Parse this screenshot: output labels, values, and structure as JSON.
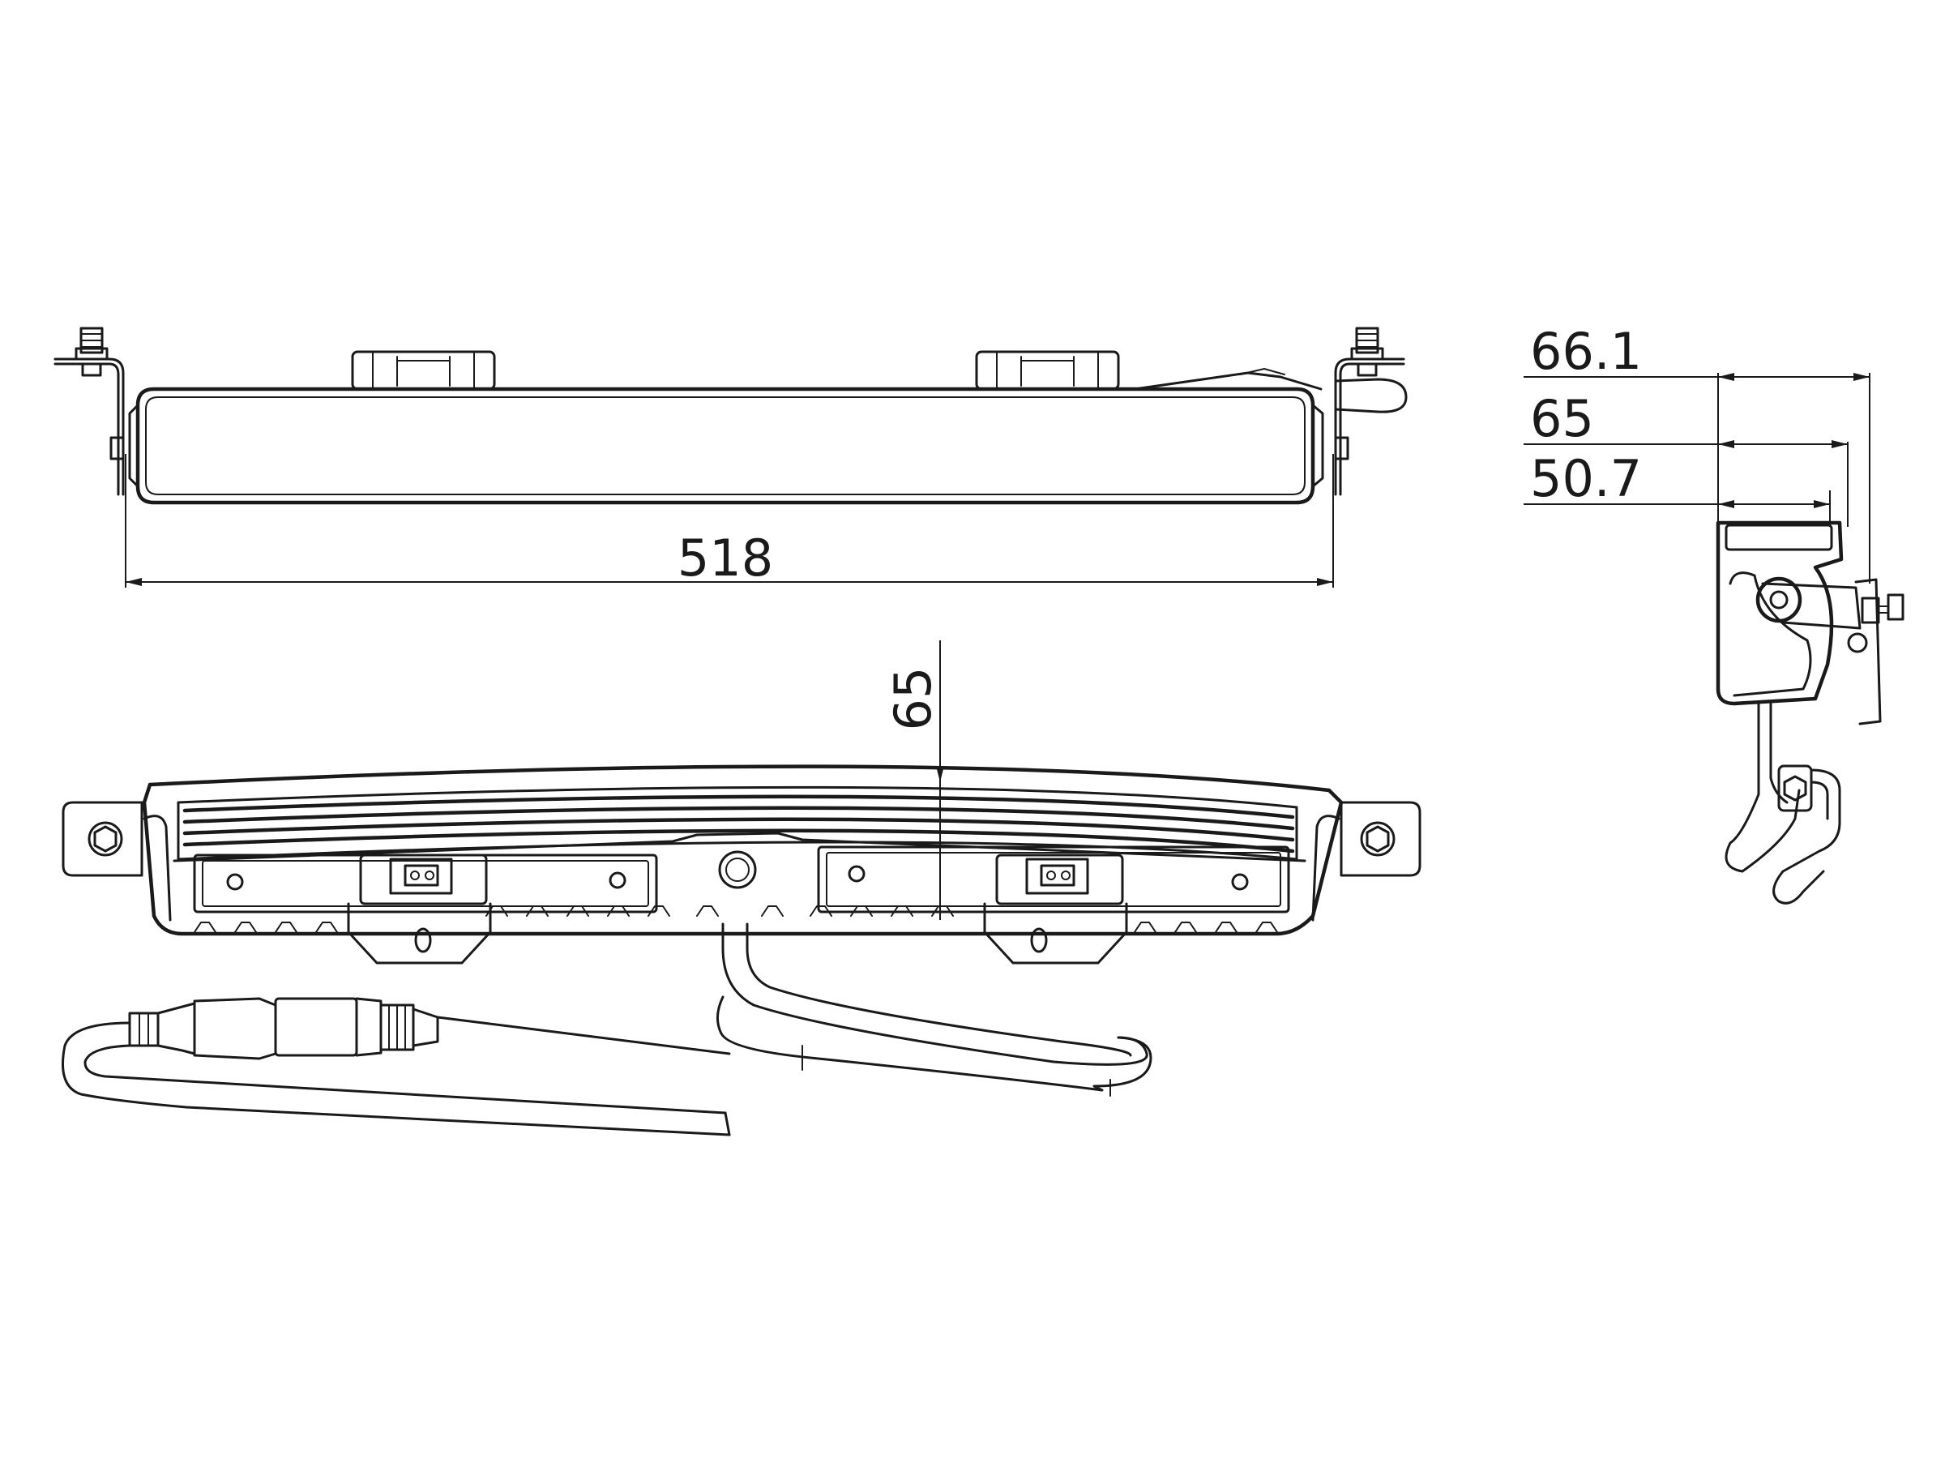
{
  "dimensions": {
    "width_total": "518",
    "height_front": "65",
    "depth_overall": "66.1",
    "depth_mid": "65",
    "depth_housing": "50.7"
  },
  "colors": {
    "line": "#1a1a1a",
    "background": "#ffffff"
  }
}
